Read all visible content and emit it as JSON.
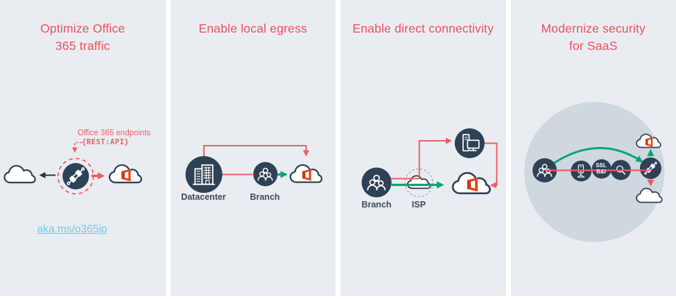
{
  "panels": [
    {
      "name": "optimize-office-365-traffic",
      "title_line1": "Optimize Office",
      "title_line2": "365 traffic",
      "annotation_line1": "Office 365 endpoints",
      "annotation_line2": "{REST:API}",
      "link_text": "aka.ms/o365ip"
    },
    {
      "name": "enable-local-egress",
      "title": "Enable local egress",
      "datacenter_label": "Datacenter",
      "branch_label": "Branch"
    },
    {
      "name": "enable-direct-connectivity",
      "title": "Enable direct connectivity",
      "branch_label": "Branch",
      "isp_label": "ISP"
    },
    {
      "name": "modernize-security-for-saas",
      "title_line1": "Modernize security",
      "title_line2": "for SaaS",
      "ssl_label_line1": "SSL",
      "ssl_label_line2": "B&I"
    }
  ],
  "colors": {
    "panel_background": "#e9edf1",
    "title_red": "#ee4f5e",
    "accent_red": "#f15b63",
    "green": "#0aa478",
    "navy": "#2f4154",
    "label_navy": "#3a4a5c",
    "link_blue": "#76c7e4",
    "security_circle_gray": "#cfd8de",
    "office_orange": "#e8431c"
  }
}
